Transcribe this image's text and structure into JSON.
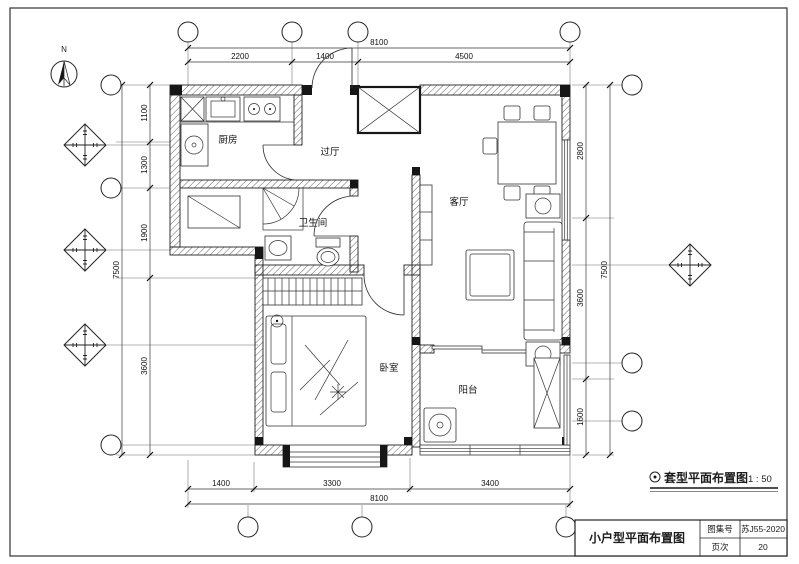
{
  "colors": {
    "ink": "#222222",
    "paper": "#ffffff"
  },
  "north_label": "N",
  "rooms": {
    "kitchen": "厨房",
    "hallway": "过厅",
    "living_room": "客厅",
    "bathroom": "卫生间",
    "bedroom": "卧室",
    "balcony": "阳台"
  },
  "dims": {
    "top_overall": "8100",
    "top": [
      "2200",
      "1400",
      "4500"
    ],
    "bottom": [
      "1400",
      "3300",
      "3400"
    ],
    "bottom_overall": "8100",
    "left": [
      "1100",
      "1300",
      "1900",
      "3600"
    ],
    "left_overall": "7500",
    "right": [
      "2800",
      "3600",
      "1600"
    ],
    "right_overall": "7500"
  },
  "plan_title": {
    "name": "套型平面布置图",
    "scale": "1 : 50"
  },
  "title_block": {
    "drawing_name": "小户型平面布置图",
    "atlas_label": "图集号",
    "atlas_value": "苏J55-2020",
    "page_label": "页次",
    "page_value": "20"
  }
}
